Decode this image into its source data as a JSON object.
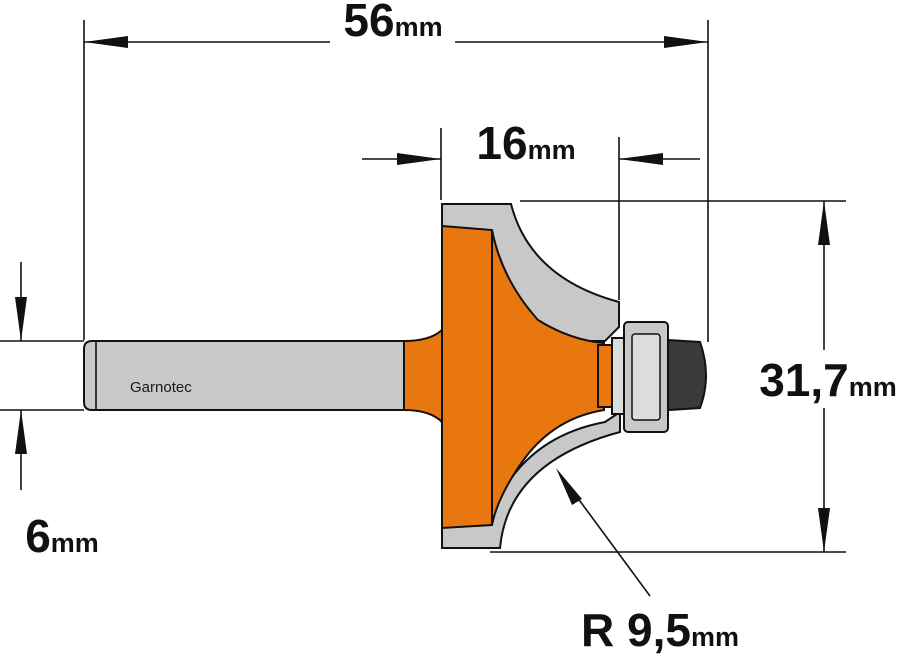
{
  "dimensions": {
    "overall_length": {
      "value": "56",
      "unit": "mm"
    },
    "cutting_length": {
      "value": "16",
      "unit": "mm"
    },
    "cutting_diameter": {
      "value": "31,7",
      "unit": "mm"
    },
    "shank_diameter": {
      "value": "6",
      "unit": "mm"
    },
    "radius": {
      "prefix": "R ",
      "value": "9,5",
      "unit": "mm"
    }
  },
  "shank": {
    "brand": "Garnotec"
  },
  "colors": {
    "cutter": "#E8770F",
    "steel": "#C8C8C8",
    "steel_light": "#DCDCDC",
    "bearing_cap": "#3A3A3A",
    "outline": "#111111"
  }
}
